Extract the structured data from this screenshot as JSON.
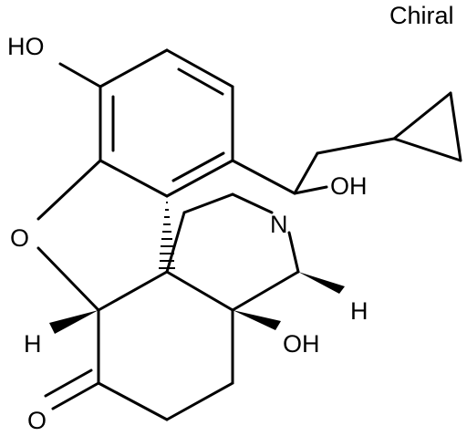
{
  "badge": "Chiral",
  "atoms": {
    "oh_top": "HO",
    "oxygen_ether": "O",
    "nitrogen": "N",
    "oh_right": "OH",
    "oh_center": "OH",
    "hydrogen_left": "H",
    "hydrogen_right": "H",
    "oxygen_ketone": "O"
  }
}
